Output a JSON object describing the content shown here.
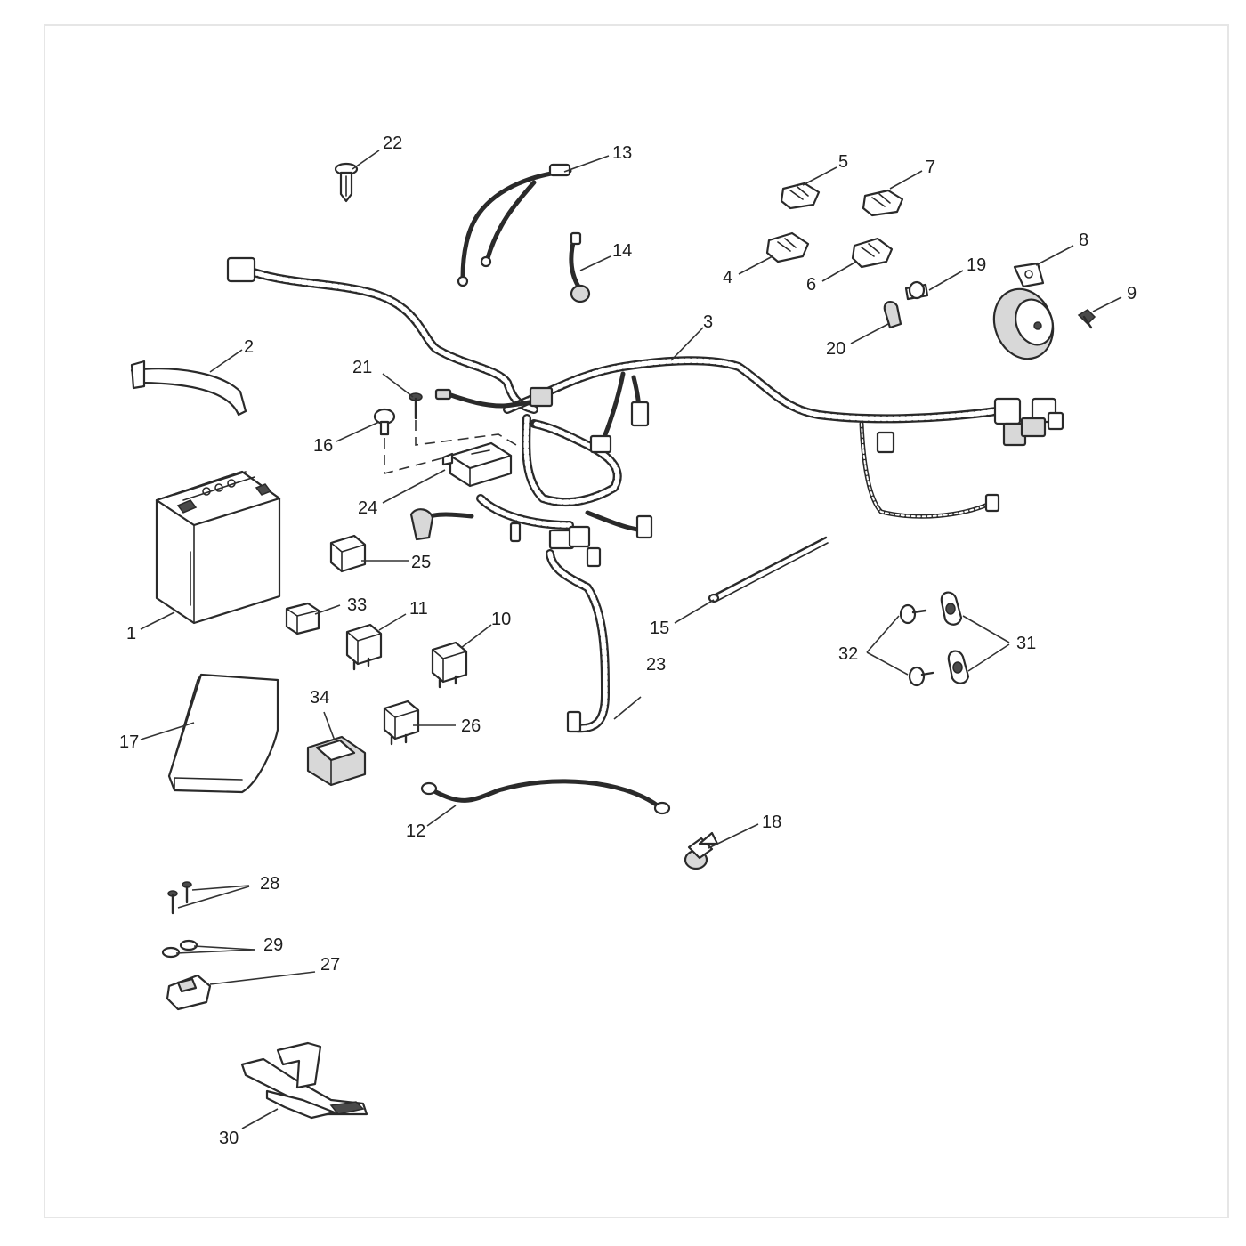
{
  "diagram": {
    "callouts": {
      "c1": "1",
      "c2": "2",
      "c3": "3",
      "c4": "4",
      "c5": "5",
      "c6": "6",
      "c7": "7",
      "c8": "8",
      "c9": "9",
      "c10": "10",
      "c11": "11",
      "c12": "12",
      "c13": "13",
      "c14": "14",
      "c15": "15",
      "c16": "16",
      "c17": "17",
      "c18": "18",
      "c19": "19",
      "c20": "20",
      "c21": "21",
      "c22": "22",
      "c23": "23",
      "c24": "24",
      "c25": "25",
      "c26": "26",
      "c27": "27",
      "c28": "28",
      "c29": "29",
      "c30": "30",
      "c31": "31",
      "c32": "32",
      "c33": "33",
      "c34": "34"
    },
    "colors": {
      "line": "#2a2a2a",
      "background": "#ffffff",
      "shade": "#d8d8d8"
    }
  }
}
